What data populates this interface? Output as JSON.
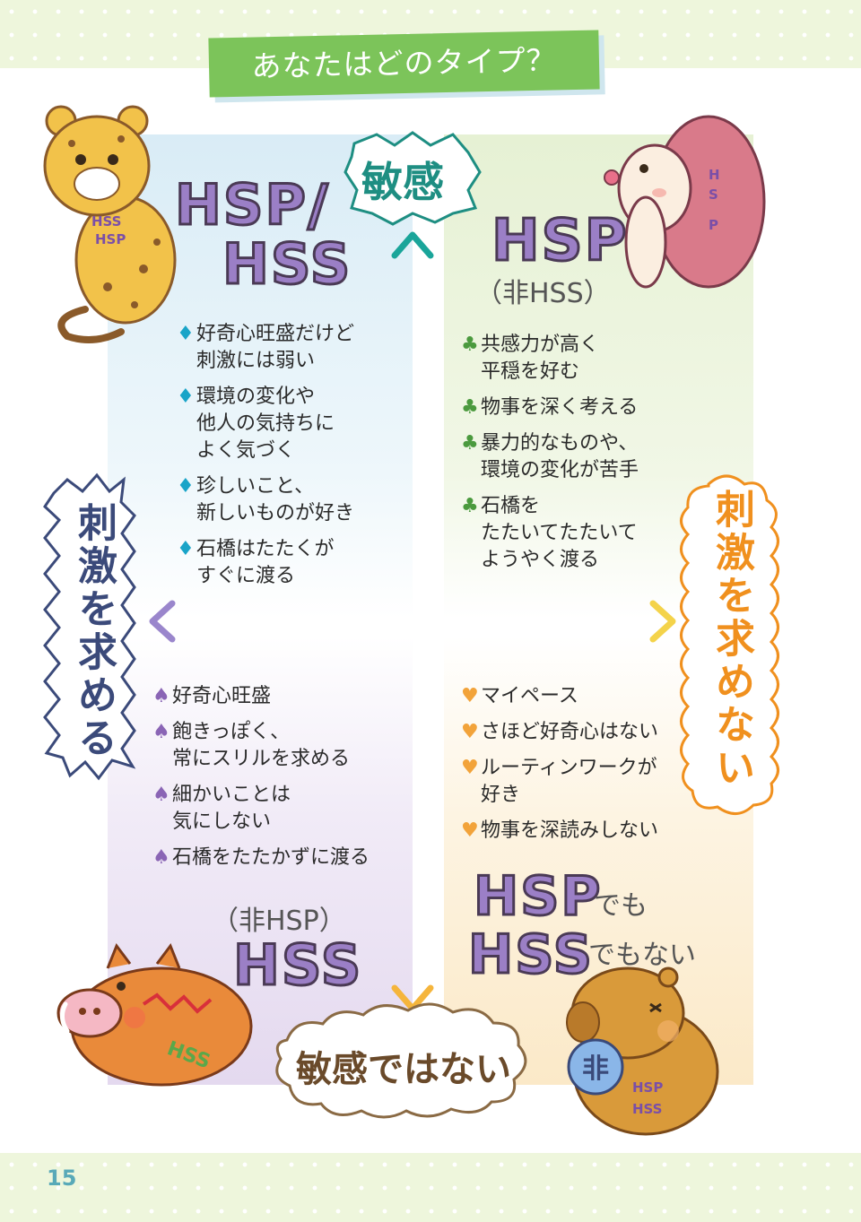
{
  "title": "あなたはどのタイプ？",
  "axis": {
    "top": "敏感",
    "bottom": "敏感ではない",
    "left": "刺激を求める",
    "right": "刺激を求めない"
  },
  "quadrants": {
    "top_left": {
      "label_line1": "HSP/",
      "label_line2": "HSS",
      "traits": [
        "好奇心旺盛だけど\n刺激には弱い",
        "環境の変化や\n他人の気持ちに\nよく気づく",
        "珍しいこと、\n新しいものが好き",
        "石橋はたたくが\nすぐに渡る"
      ],
      "marker": "♦"
    },
    "top_right": {
      "label": "HSP",
      "sublabel": "（非HSS）",
      "traits": [
        "共感力が高く\n平穏を好む",
        "物事を深く考える",
        "暴力的なものや、\n環境の変化が苦手",
        "石橋を\nたたいてたたいて\nようやく渡る"
      ],
      "marker": "♣"
    },
    "bottom_left": {
      "sublabel": "（非HSP）",
      "label": "HSS",
      "traits": [
        "好奇心旺盛",
        "飽きっぽく、\n常にスリルを求める",
        "細かいことは\n気にしない",
        "石橋をたたかずに渡る"
      ],
      "marker": "♠"
    },
    "bottom_right": {
      "label_line1": "HSP",
      "suffix1": "でも",
      "label_line2": "HSS",
      "suffix2": "でもない",
      "traits": [
        "マイペース",
        "さほど好奇心はない",
        "ルーティンワークが\n好き",
        "物事を深読みしない"
      ],
      "marker": "♥"
    }
  },
  "characters": {
    "leopard_tag": [
      "HSS",
      "HSP"
    ],
    "hedgehog_tag": [
      "H",
      "S",
      "P"
    ],
    "boar_tag": "HSS",
    "capybara_badge": "非",
    "capybara_tag": [
      "HSP",
      "HSS"
    ]
  },
  "page_number": "15",
  "colors": {
    "banner_green": "#7cc45a",
    "axis_teal": "#1e8e82",
    "axis_orange": "#f0901e",
    "label_purple": "#9b7fc6"
  }
}
